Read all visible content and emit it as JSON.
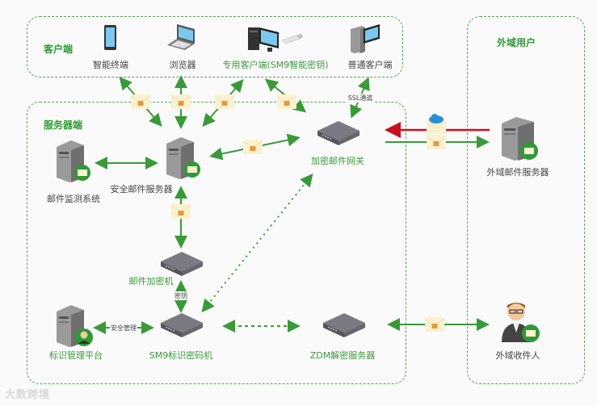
{
  "zones": {
    "client": {
      "title": "客户端"
    },
    "server": {
      "title": "服务器端"
    },
    "external": {
      "title": "外域用户"
    }
  },
  "nodes": {
    "smart_terminal": {
      "label": "智能终端",
      "icon": "tablet-icon"
    },
    "browser": {
      "label": "浏览器",
      "icon": "laptop-icon"
    },
    "dedicated_client": {
      "label": "专用客户端(SM9智能密钥)",
      "icon": "desktop-usbkey-icon"
    },
    "normal_client": {
      "label": "普通客户端",
      "icon": "desktop-icon"
    },
    "mail_monitor": {
      "label": "邮件监测系统",
      "icon": "server-mail-icon"
    },
    "secure_mail_server": {
      "label": "安全邮件服务器",
      "icon": "server-mail-icon"
    },
    "encrypted_gateway": {
      "label": "加密邮件网关",
      "icon": "appliance-icon"
    },
    "mail_encryptor": {
      "label": "邮件加密机",
      "icon": "appliance-icon"
    },
    "id_mgmt_platform": {
      "label": "标识管理平台",
      "icon": "server-user-icon"
    },
    "sm9_crypto": {
      "label": "SM9标识密码机",
      "icon": "appliance-icon"
    },
    "zdm_server": {
      "label": "ZDM解密服务器",
      "icon": "appliance-icon"
    },
    "external_mail_server": {
      "label": "外域邮件服务器",
      "icon": "server-mail-icon"
    },
    "external_recipient": {
      "label": "外域收件人",
      "icon": "person-mail-icon"
    }
  },
  "edge_labels": {
    "ssl": "SSL通道",
    "key": "密钥",
    "security_mgmt": "安全管理"
  },
  "colors": {
    "accent_green": "#2f9a35",
    "arrow_green": "#3a9a3a",
    "arrow_red": "#c8101e",
    "envelope": "#fbf1cf",
    "lock": "#e39a3b",
    "cloud": "#2a8fd6"
  },
  "watermark": "大数跨境"
}
